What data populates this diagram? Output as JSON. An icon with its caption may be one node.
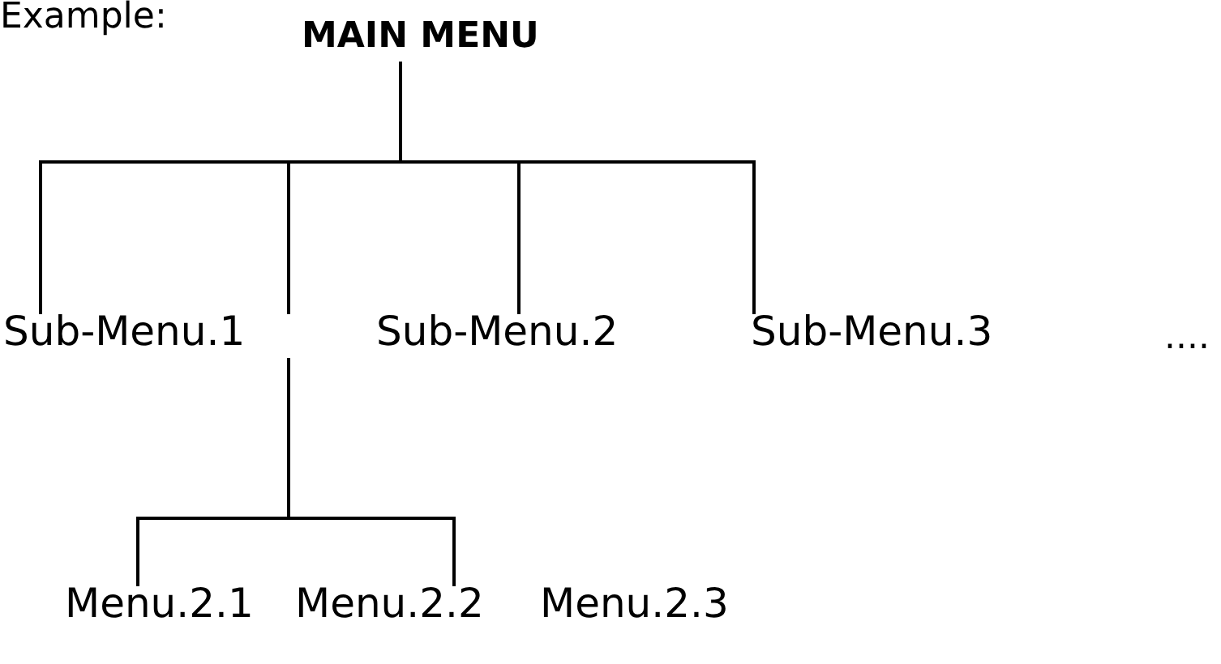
{
  "diagram": {
    "nodes": [
      {
        "text": [
          "MAIN MENU"
        ]
      },
      {
        "text": [
          "Sub-Menu.1"
        ]
      },
      {
        "text": [
          "Sub-Menu.2"
        ]
      },
      {
        "text": [
          "Sub-Menu.3"
        ]
      },
      {
        "text": [
          "Menu.2.1"
        ]
      },
      {
        "text": [
          "Menu.2.2"
        ]
      },
      {
        "text": [
          "Menu.2.3"
        ]
      }
    ],
    "edges": [
      {
        "from": 0,
        "to": 1,
        "arrow": "none"
      },
      {
        "from": 0,
        "to": 1,
        "arrow": "none"
      },
      {
        "from": 0,
        "to": 2,
        "arrow": "none"
      },
      {
        "from": 0,
        "to": 3,
        "arrow": "none"
      },
      {
        "from": 1,
        "to": 4,
        "arrow": "none"
      },
      {
        "from": 1,
        "to": 5,
        "arrow": "none"
      }
    ],
    "labels": [
      "Example:",
      "...."
    ]
  }
}
